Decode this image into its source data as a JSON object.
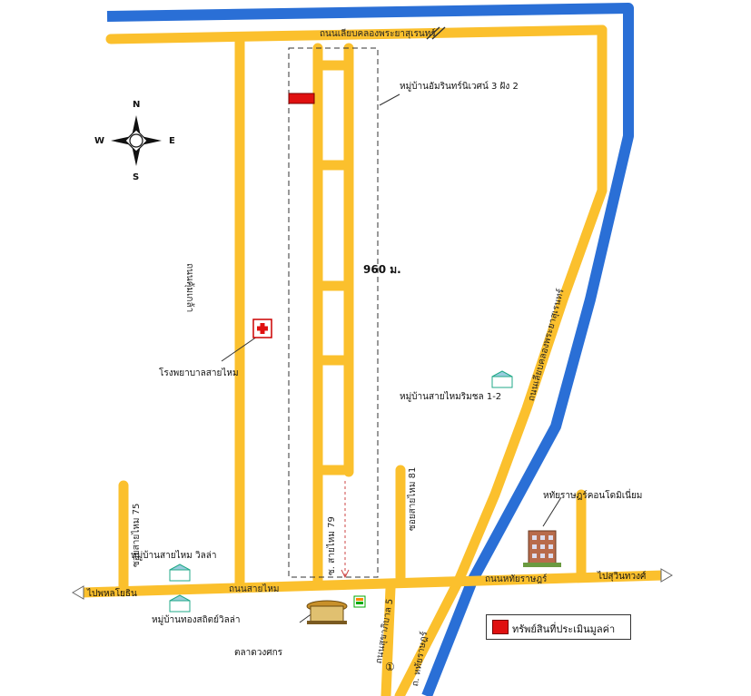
{
  "roads": {
    "top": "ถนนเลียบคลองพระยาสุเรนทร์",
    "left_vertical": "ถนนคุ้มเกล้า",
    "soi": "ซ. สายไหม 79",
    "bottom": "ถนนสายไหม",
    "bottom_right": "ถนนหทัยราษฎร์",
    "right_diag": "ถนนเลียบคลองพระยาสุเรนทร์",
    "soi_left": "ซอยสายไหม 75",
    "soi_right": "ซอยสายไหม 81",
    "south_road": "ถนนสุขาภิบาล 5",
    "south_road2": "ถ. หทัยราษฎร์"
  },
  "places": {
    "village_top": "หมู่บ้านอัมรินทร์นิเวศน์ 3 ฝัง 2",
    "distance": "960 ม.",
    "hospital": "โรงพยาบาลสายไหม",
    "village_right": "หมู่บ้านสายไหมริมชล 1-2",
    "condo": "หทัยราษฎร์คอนโดมิเนี่ยม",
    "village_left": "หมู่บ้านสายไหม วิลล่า",
    "village_bottom": "หมู่บ้านทองสถิตย์วิลล่า",
    "market": "ตลาดวงศกร",
    "to_left": "ไปพหลโยธิน",
    "to_right": "ไปสุวินทวงศ์",
    "circle_marker": "①"
  },
  "compass": {
    "n": "N",
    "s": "S",
    "e": "E",
    "w": "W"
  },
  "legend": {
    "label": "ทรัพย์สินที่ประเมินมูลค่า",
    "color": "#e01010"
  },
  "colors": {
    "road": "#fbc02d",
    "road_edge": "#e0a800",
    "canal": "#2a6fd6",
    "property": "#e01010"
  }
}
